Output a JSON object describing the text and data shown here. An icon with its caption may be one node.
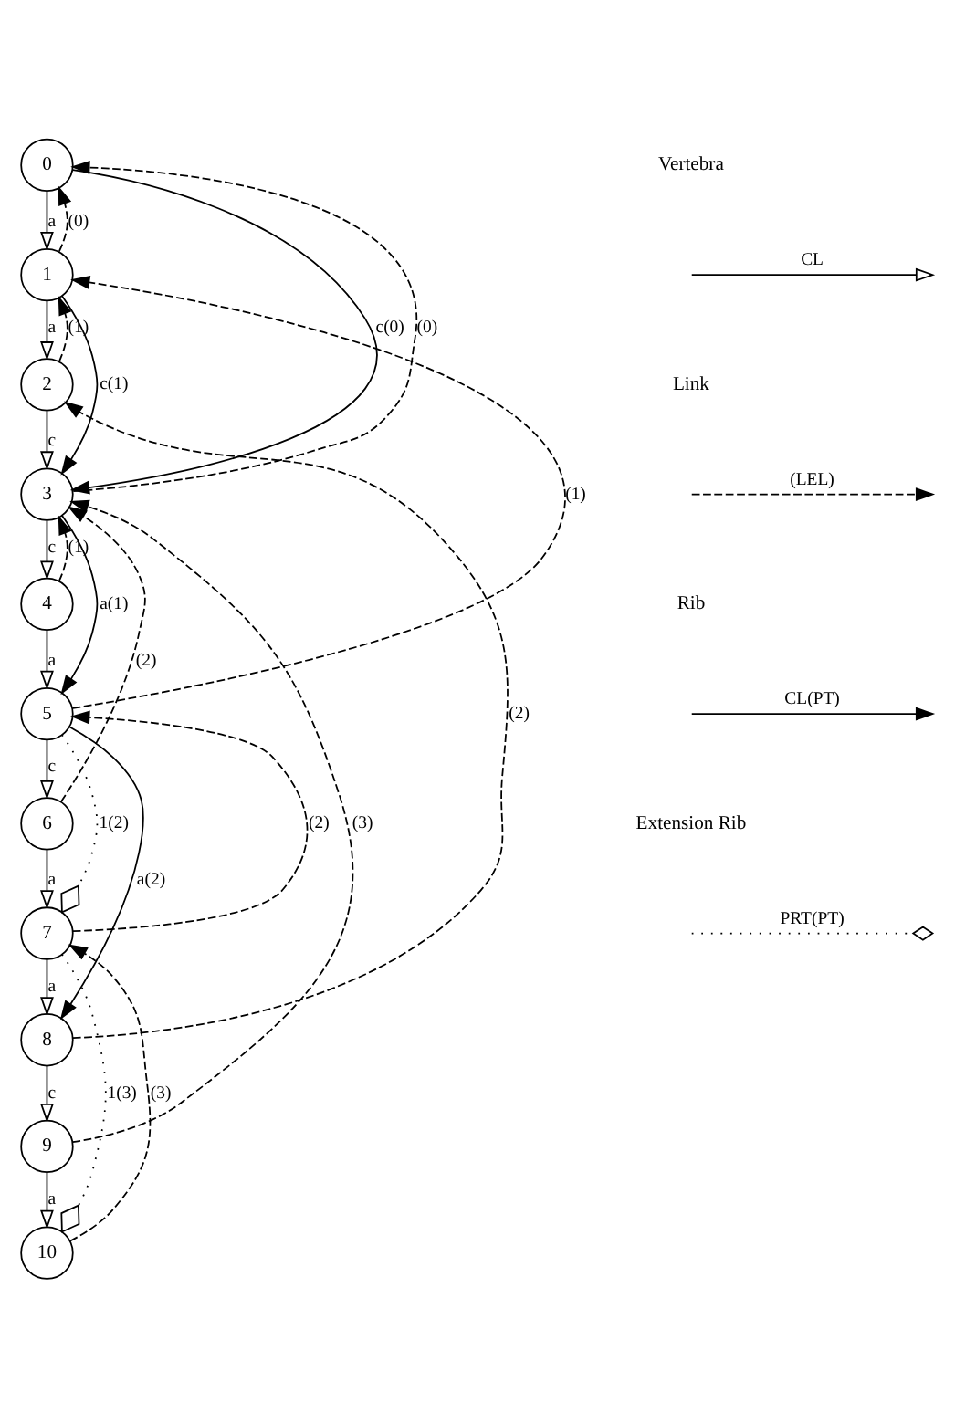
{
  "diagram": {
    "nodes": [
      {
        "text": [
          "0"
        ]
      },
      {
        "text": [
          "1"
        ]
      },
      {
        "text": [
          "2"
        ]
      },
      {
        "text": [
          "3"
        ]
      },
      {
        "text": [
          "4"
        ]
      },
      {
        "text": [
          "5"
        ]
      },
      {
        "text": [
          "6"
        ]
      },
      {
        "text": [
          "7"
        ]
      },
      {
        "text": [
          "8"
        ]
      },
      {
        "text": [
          "9"
        ]
      },
      {
        "text": [
          "10"
        ]
      }
    ],
    "edges": [
      {
        "from": 0,
        "to": 1,
        "arrow": "to",
        "label": "a"
      },
      {
        "from": 1,
        "to": 2,
        "arrow": "to",
        "label": "a"
      },
      {
        "from": 2,
        "to": 3,
        "arrow": "to",
        "label": "c"
      },
      {
        "from": 3,
        "to": 4,
        "arrow": "to",
        "label": "c"
      },
      {
        "from": 4,
        "to": 5,
        "arrow": "to",
        "label": "a"
      },
      {
        "from": 5,
        "to": 6,
        "arrow": "to",
        "label": "c"
      },
      {
        "from": 6,
        "to": 7,
        "arrow": "to",
        "label": "a"
      },
      {
        "from": 7,
        "to": 8,
        "arrow": "to",
        "label": "a"
      },
      {
        "from": 8,
        "to": 9,
        "arrow": "to",
        "label": "c"
      },
      {
        "from": 9,
        "to": 10,
        "arrow": "to",
        "label": "a"
      },
      {
        "from": 0,
        "to": 3,
        "arrow": "to",
        "label": "c(0)"
      },
      {
        "from": 1,
        "to": 3,
        "arrow": "to",
        "label": "c(1)"
      },
      {
        "from": 3,
        "to": 5,
        "arrow": "to",
        "label": "a(1)"
      },
      {
        "from": 5,
        "to": 8,
        "arrow": "to",
        "label": "a(2)"
      },
      {
        "from": 5,
        "to": 7,
        "arrow": "other",
        "label": "1(2)",
        "style": "dashed"
      },
      {
        "from": 7,
        "to": 10,
        "arrow": "other",
        "label": "1(3)",
        "style": "dashed"
      },
      {
        "from": 1,
        "to": 0,
        "arrow": "to",
        "label": "(0)",
        "style": "dashed"
      },
      {
        "from": 3,
        "to": 0,
        "arrow": "to",
        "label": "(0)",
        "style": "dashed"
      },
      {
        "from": 2,
        "to": 1,
        "arrow": "to",
        "label": "(1)",
        "style": "dashed"
      },
      {
        "from": 5,
        "to": 1,
        "arrow": "to",
        "label": "(1)",
        "style": "dashed"
      },
      {
        "from": 4,
        "to": 3,
        "arrow": "to",
        "label": "(1)",
        "style": "dashed"
      },
      {
        "from": 8,
        "to": 2,
        "arrow": "to",
        "label": "(2)",
        "style": "dashed"
      },
      {
        "from": 6,
        "to": 3,
        "arrow": "to",
        "label": "(2)",
        "style": "dashed"
      },
      {
        "from": 9,
        "to": 3,
        "arrow": "to",
        "label": "(3)",
        "style": "dashed"
      },
      {
        "from": 7,
        "to": 5,
        "arrow": "to",
        "label": "(2)",
        "style": "dashed"
      },
      {
        "from": 10,
        "to": 7,
        "arrow": "to",
        "label": "(3)",
        "style": "dashed"
      }
    ],
    "labels": [
      "CL",
      "(LEL)",
      "CL(PT)",
      "PRT(PT)"
    ],
    "legend": [
      {
        "text": "Vertebra"
      },
      {
        "text": "Link"
      },
      {
        "text": "Rib"
      },
      {
        "text": "Extension Rib"
      }
    ]
  }
}
